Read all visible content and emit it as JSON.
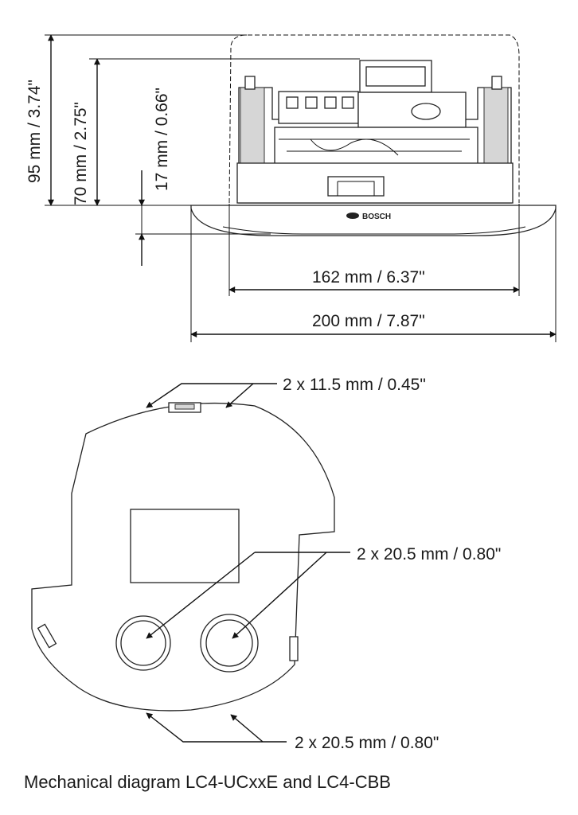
{
  "side_view": {
    "dim_total_height": "95 mm / 3.74\"",
    "dim_body_height": "70 mm / 2.75\"",
    "dim_flange_height": "17 mm / 0.66\"",
    "dim_inner_width": "162 mm / 6.37\"",
    "dim_outer_width": "200 mm / 7.87\"",
    "brand_mark": "BOSCH"
  },
  "back_box": {
    "dim_top_knockouts": "2 x 11.5 mm / 0.45\"",
    "dim_center_knockouts": "2 x 20.5 mm / 0.80\"",
    "dim_bottom_knockouts": "2 x 20.5 mm / 0.80\""
  },
  "caption": "Mechanical diagram LC4-UCxxE and LC4-CBB",
  "colors": {
    "line": "#111111",
    "shade": "#d6d6d6",
    "background": "#ffffff"
  }
}
